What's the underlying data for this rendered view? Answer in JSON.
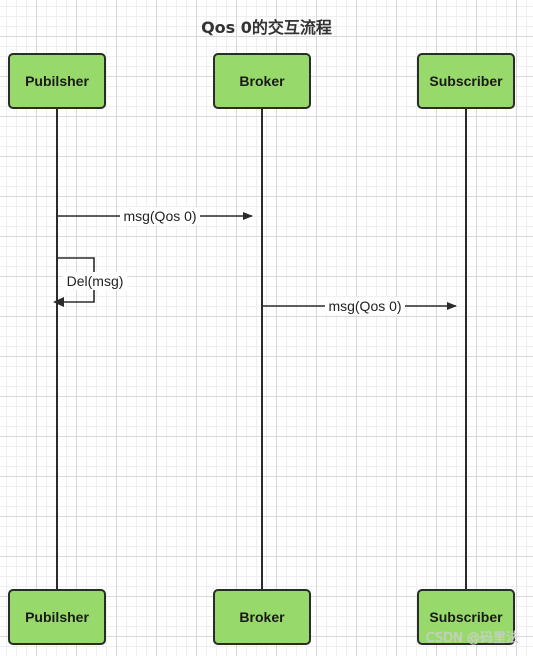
{
  "title": "Qos 0的交互流程",
  "participants": [
    {
      "id": "publisher",
      "label": "Pubilsher"
    },
    {
      "id": "broker",
      "label": "Broker"
    },
    {
      "id": "subscriber",
      "label": "Subscriber"
    }
  ],
  "messages": [
    {
      "from": "publisher",
      "to": "broker",
      "label": "msg(Qos 0)"
    },
    {
      "from": "publisher",
      "to": "publisher",
      "label": "Del(msg)"
    },
    {
      "from": "broker",
      "to": "subscriber",
      "label": "msg(Qos 0)"
    }
  ],
  "watermark": "CSDN @码里法",
  "colors": {
    "box_fill": "#97d96b",
    "box_stroke": "#2b2b2b",
    "line": "#2b2b2b"
  }
}
